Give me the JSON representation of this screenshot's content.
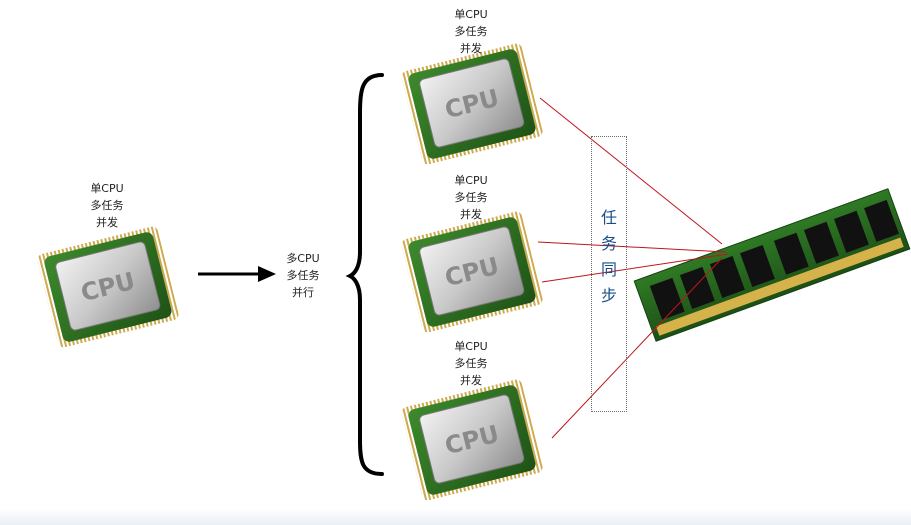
{
  "nodes": {
    "single_cpu": {
      "label": "单CPU\n多任务\n并发",
      "chip_text": "CPU"
    },
    "multi_cpu": {
      "label": "多CPU\n多任务\n并行"
    },
    "cpu_top": {
      "label": "单CPU\n多任务\n并发",
      "chip_text": "CPU"
    },
    "cpu_middle": {
      "label": "单CPU\n多任务\n并发",
      "chip_text": "CPU"
    },
    "cpu_bottom": {
      "label": "单CPU\n多任务\n并发",
      "chip_text": "CPU"
    },
    "memory": {
      "name": "memory-module"
    }
  },
  "sync_box": {
    "label": "任\n务\n同\n步"
  },
  "colors": {
    "arrow": "#000000",
    "link_lines": "#c0141e",
    "sync_text": "#1a4f8a"
  }
}
